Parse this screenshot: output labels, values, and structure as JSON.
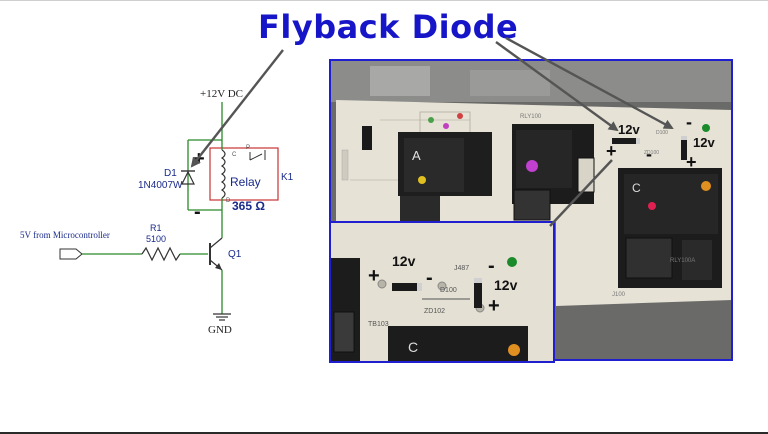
{
  "title": "Flyback Diode",
  "schematic": {
    "supply": "+12V DC",
    "diode_ref": "D1",
    "diode_part": "1N4007W",
    "plus": "+",
    "minus": "-",
    "relay_label": "Relay",
    "relay_resistance": "365 Ω",
    "relay_ref": "K1",
    "input_label": "5V from Microcontroller",
    "resistor_ref": "R1",
    "resistor_value": "5100",
    "transistor_ref": "Q1",
    "ground": "GND"
  },
  "photo_main": {
    "annotations": [
      "12v",
      "12v",
      "+",
      "-",
      "-",
      "+"
    ],
    "board_letters": [
      "A",
      "C"
    ],
    "board_codes": [
      "RLY100",
      "RLY100A",
      "D100",
      "ZD100",
      "J100"
    ]
  },
  "photo_inset": {
    "annotations": [
      "12v",
      "12v",
      "+",
      "-",
      "-",
      "+"
    ],
    "board_letters": [
      "C"
    ],
    "board_codes": [
      "J487",
      "D100",
      "ZD102",
      "TB103"
    ]
  },
  "colors": {
    "title": "#1616c8",
    "photo_border": "#1f1fcf",
    "wire": "#2a8a2a",
    "relay_box": "#c83232",
    "arrow": "#555555",
    "schematic_label": "#1a2a8a"
  }
}
